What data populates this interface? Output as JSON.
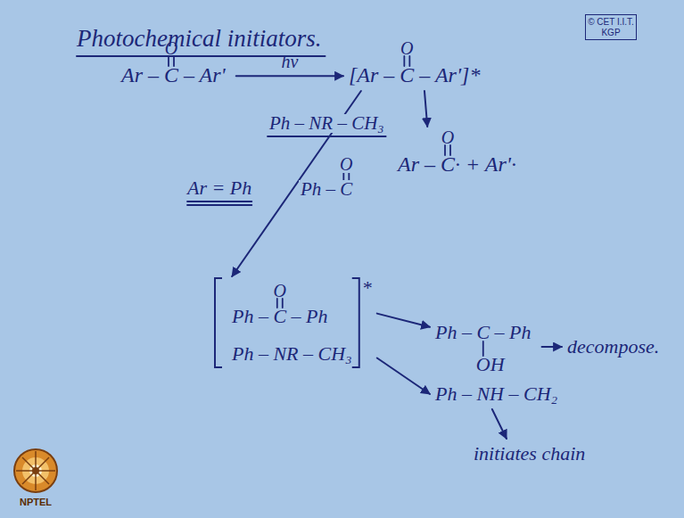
{
  "diagram": {
    "title": "Photochemical initiators.",
    "nodes": [
      {
        "text": [
          "O",
          "Ar – C – Ar'"
        ]
      },
      {
        "text": [
          "O",
          "[Ar – C – Ar']*"
        ]
      },
      {
        "text": [
          "O",
          "Ar – C· + Ar'·"
        ]
      },
      {
        "text": [
          "O",
          "Ph – C – Ph",
          "Ph – NR – CH₃",
          "*"
        ]
      },
      {
        "text": [
          "Ph – C – Ph",
          "OH"
        ]
      },
      {
        "text": [
          "decompose."
        ]
      },
      {
        "text": [
          "Ph – NH – CH₂"
        ]
      },
      {
        "text": [
          "initiates chain"
        ]
      }
    ],
    "edges": [
      {
        "from": 0,
        "to": 1,
        "label": "hν",
        "arrow": "to"
      },
      {
        "from": 1,
        "to": 2,
        "arrow": "to"
      },
      {
        "from": 1,
        "to": 3,
        "arrow": "to"
      },
      {
        "from": 3,
        "to": 4,
        "arrow": "to"
      },
      {
        "from": 4,
        "to": 5,
        "arrow": "to"
      },
      {
        "from": 3,
        "to": 6,
        "arrow": "to"
      },
      {
        "from": 6,
        "to": 7,
        "arrow": "to"
      }
    ],
    "labels": [
      "© CET I.I.T. KGP",
      "Ph – NR – CH₃",
      "Ar = Ph",
      "O",
      "Ph – C",
      "NPTEL"
    ]
  }
}
